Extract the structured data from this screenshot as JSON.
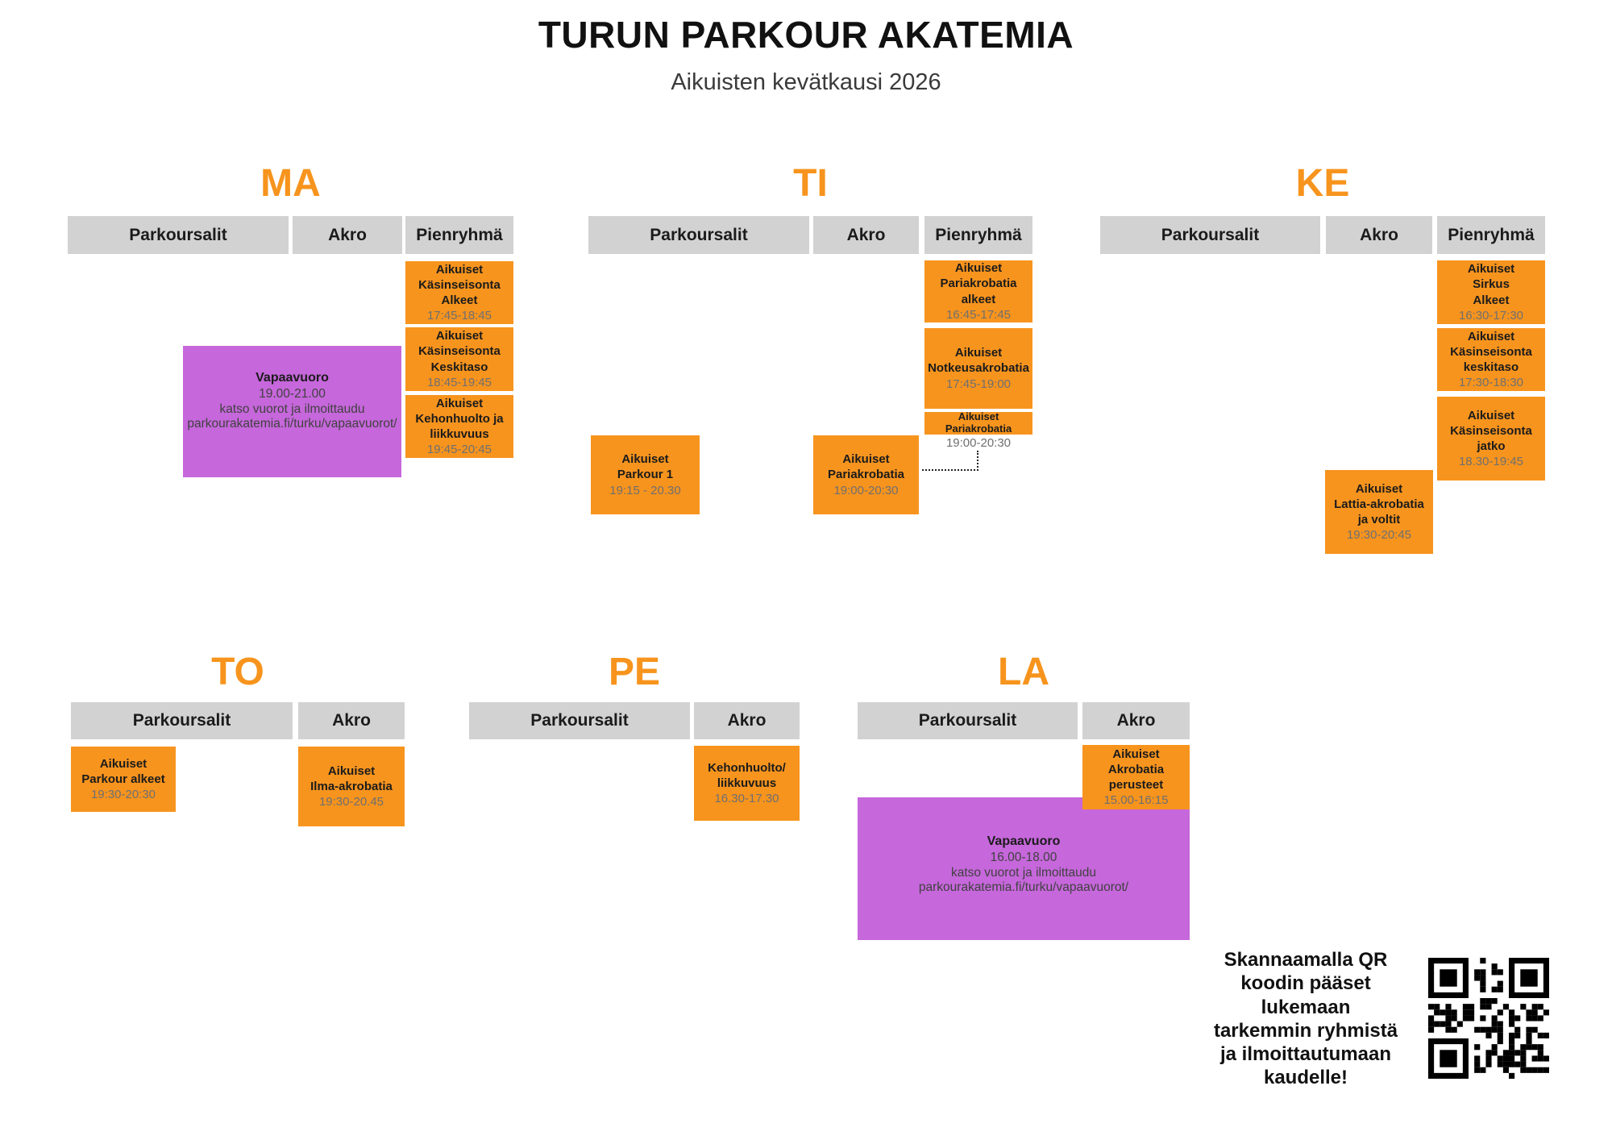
{
  "title": "TURUN PARKOUR AKATEMIA",
  "subtitle": "Aikuisten kevätkausi 2026",
  "colors": {
    "orange_block": "#F7941E",
    "day_label_orange": "#F7941D",
    "purple_block": "#C667DB",
    "header_grey": "#D2D2D2",
    "time_text_grey": "#6F6F6F"
  },
  "days": {
    "ma": {
      "label": "MA",
      "columns": [
        "Parkoursalit",
        "Akro",
        "Pienryhmä"
      ],
      "blocks": {
        "kasinseisonta_alkeet": {
          "title": "Aikuiset\nKäsinseisonta\nAlkeet",
          "time": "17:45-18:45"
        },
        "kasinseisonta_keskitaso": {
          "title": "Aikuiset\nKäsinseisonta\nKeskitaso",
          "time": "18:45-19:45"
        },
        "kehonhuolto": {
          "title": "Aikuiset\nKehonhuolto ja\nliikkuvuus",
          "time": "19:45-20:45"
        },
        "vapaavuoro": {
          "title": "Vapaavuoro",
          "time": "19.00-21.00",
          "note": "katso vuorot ja ilmoittaudu",
          "url": "parkourakatemia.fi/turku/vapaavuorot/"
        }
      }
    },
    "ti": {
      "label": "TI",
      "columns": [
        "Parkoursalit",
        "Akro",
        "Pienryhmä"
      ],
      "blocks": {
        "pariakrobatia_alkeet": {
          "title": "Aikuiset\nPariakrobatia\nalkeet",
          "time": "16:45-17:45"
        },
        "notkeusakrobatia": {
          "title": "Aikuiset\nNotkeusakrobatia",
          "time": "17:45-19:00"
        },
        "pariakrobatia_pienryhma": {
          "title": "Aikuiset\nPariakrobatia",
          "time": "19:00-20:30"
        },
        "parkour_1": {
          "title": "Aikuiset\nParkour 1",
          "time": "19:15 - 20.30"
        },
        "pariakrobatia_akro": {
          "title": "Aikuiset\nPariakrobatia",
          "time": "19:00-20:30"
        }
      }
    },
    "ke": {
      "label": "KE",
      "columns": [
        "Parkoursalit",
        "Akro",
        "Pienryhmä"
      ],
      "blocks": {
        "sirkus_alkeet": {
          "title": "Aikuiset\nSirkus\nAlkeet",
          "time": "16:30-17:30"
        },
        "kasinseisonta_keskitaso": {
          "title": "Aikuiset\nKäsinseisonta\nkeskitaso",
          "time": "17:30-18:30"
        },
        "kasinseisonta_jatko": {
          "title": "Aikuiset\nKäsinseisonta\njatko",
          "time": "18.30-19:45"
        },
        "lattia_akrobatia": {
          "title": "Aikuiset\nLattia-akrobatia\nja voltit",
          "time": "19:30-20:45"
        }
      }
    },
    "to": {
      "label": "TO",
      "columns": [
        "Parkoursalit",
        "Akro"
      ],
      "blocks": {
        "parkour_alkeet": {
          "title": "Aikuiset\nParkour alkeet",
          "time": "19:30-20:30"
        },
        "ilma_akrobatia": {
          "title": "Aikuiset\nIlma-akrobatia",
          "time": "19:30-20.45"
        }
      }
    },
    "pe": {
      "label": "PE",
      "columns": [
        "Parkoursalit",
        "Akro"
      ],
      "blocks": {
        "kehonhuolto": {
          "title": "Kehonhuolto/\nliikkuvuus",
          "time": "16.30-17.30"
        }
      }
    },
    "la": {
      "label": "LA",
      "columns": [
        "Parkoursalit",
        "Akro"
      ],
      "blocks": {
        "akrobatia_perusteet": {
          "title": "Aikuiset\nAkrobatia\nperusteet",
          "time": "15.00-16:15"
        },
        "vapaavuoro": {
          "title": "Vapaavuoro",
          "time": "16.00-18.00",
          "note": "katso vuorot ja ilmoittaudu",
          "url": "parkourakatemia.fi/turku/vapaavuorot/"
        }
      }
    }
  },
  "qr_note": "Skannaamalla QR\nkoodin pääset\nlukemaan\ntarkemmin ryhmistä\nja ilmoittautumaan\nkaudelle!"
}
